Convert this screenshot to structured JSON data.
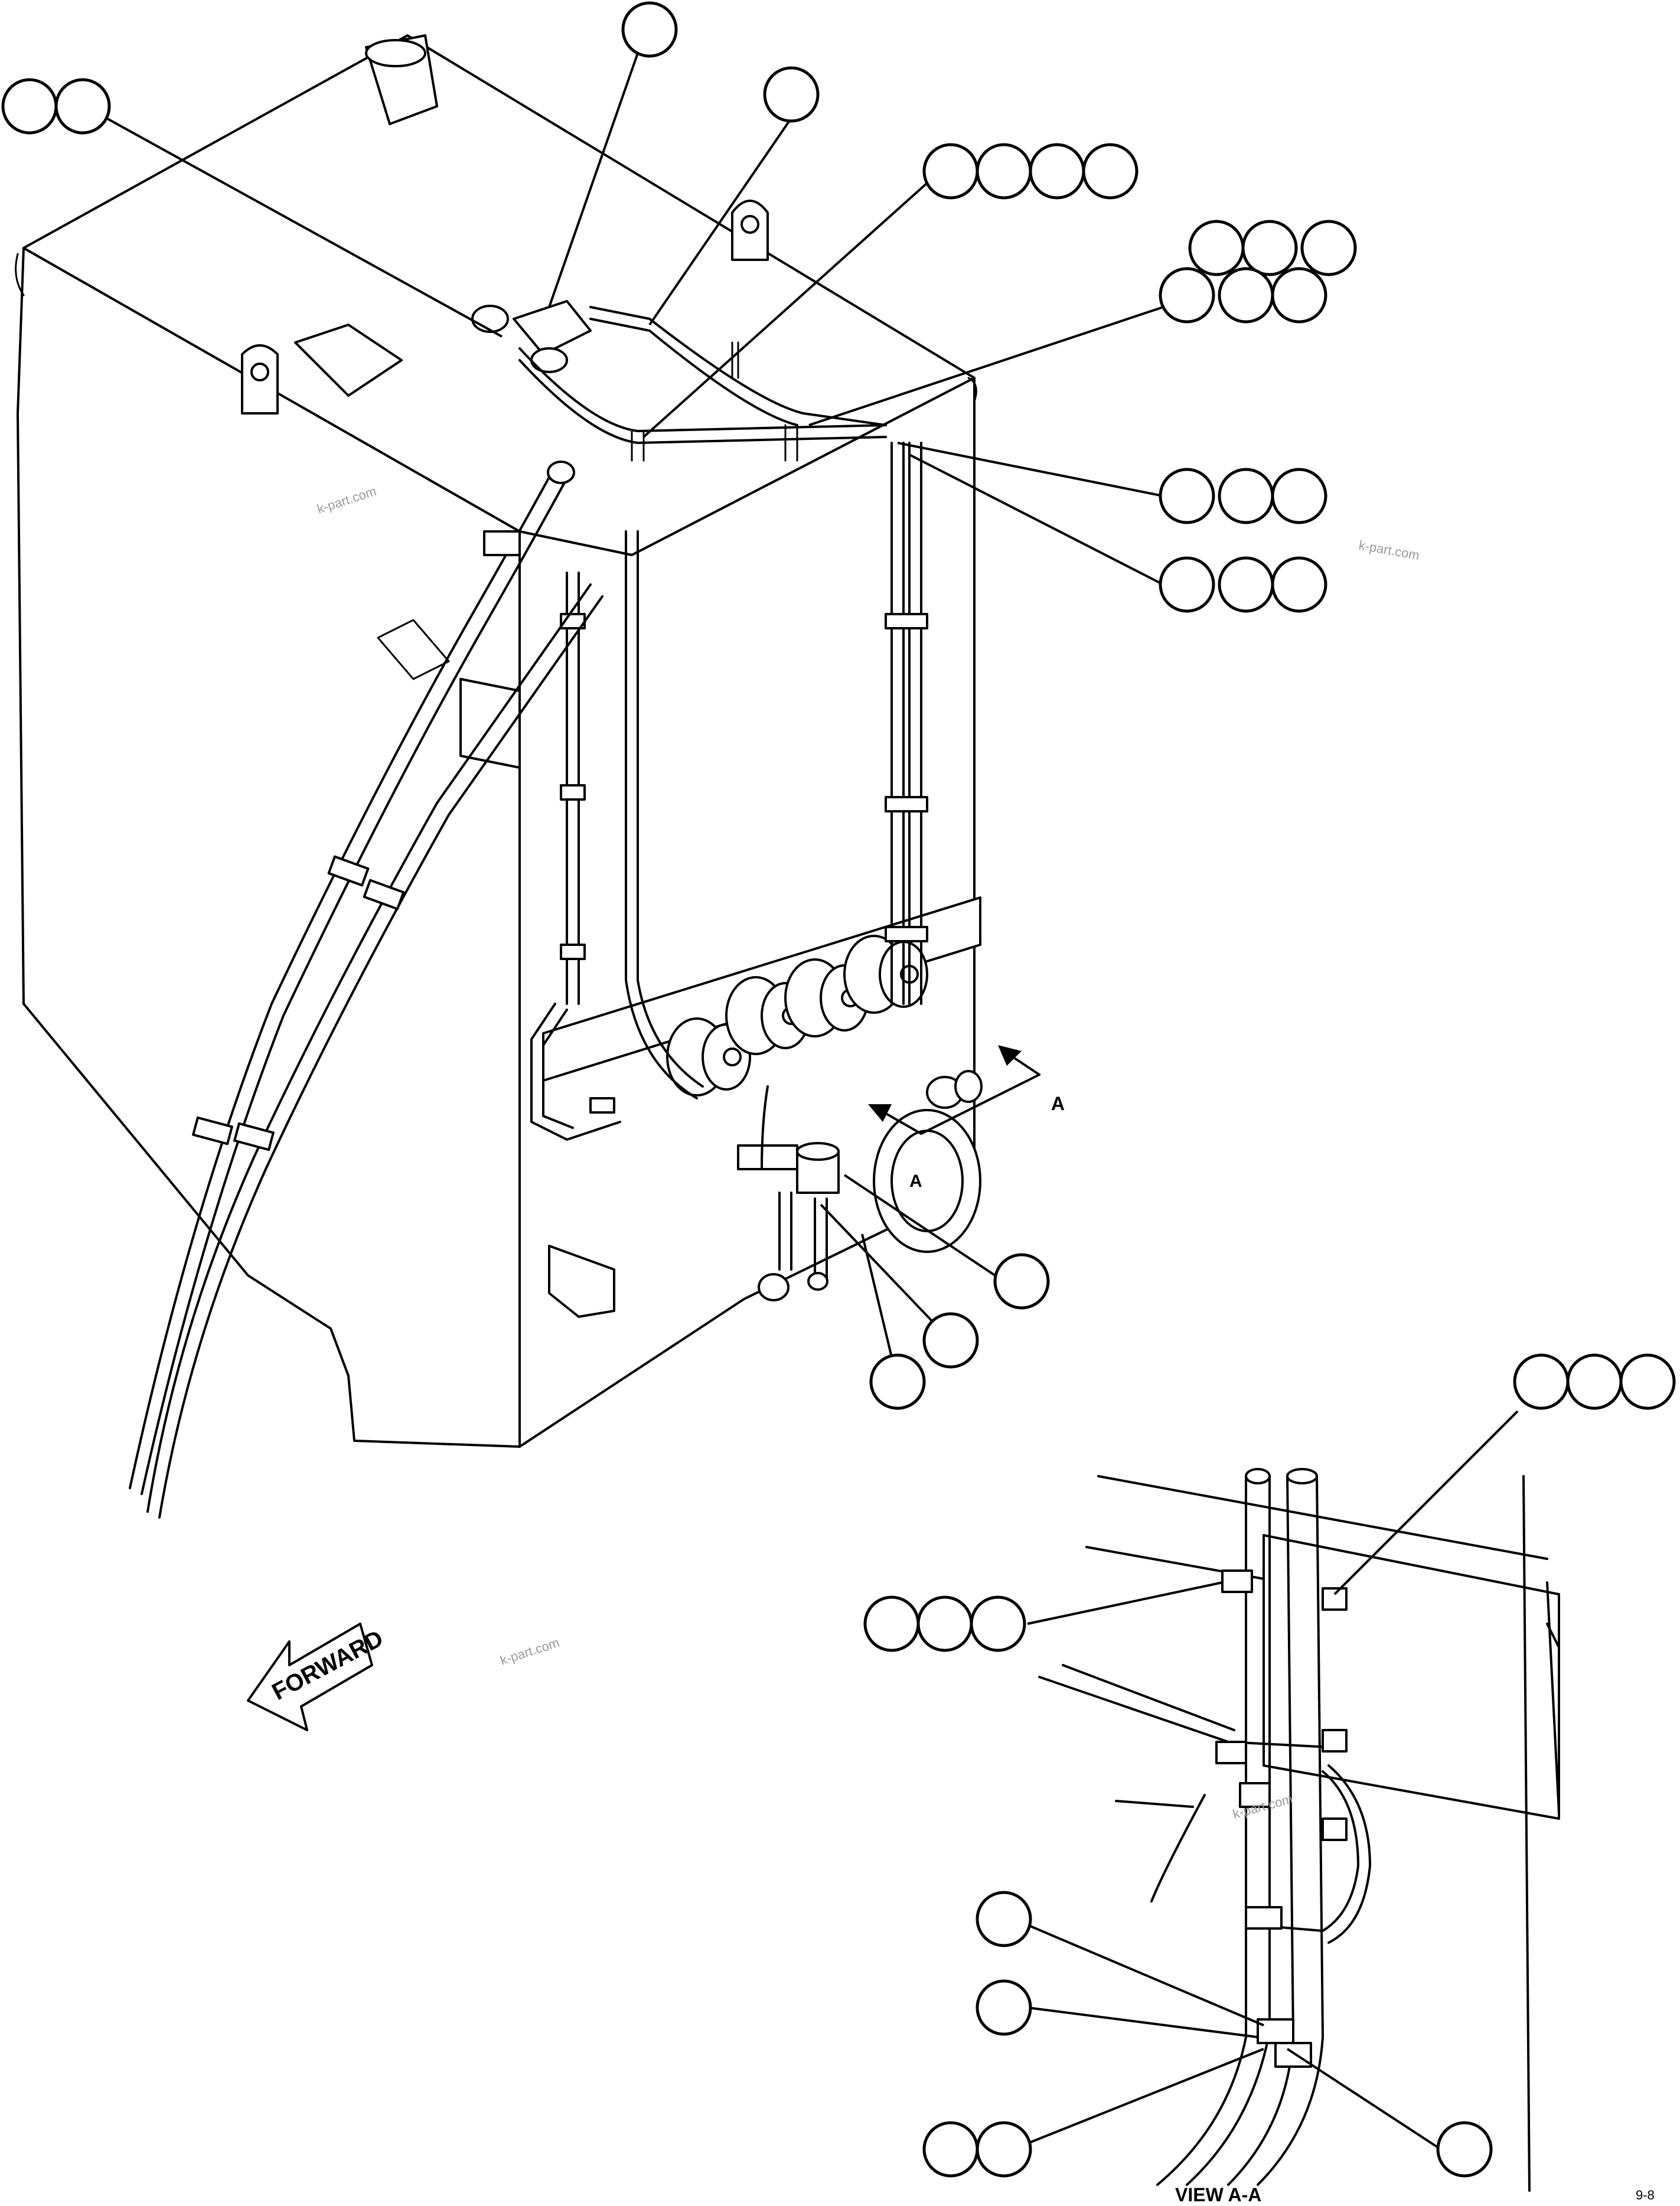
{
  "forward_label": "FORWARD",
  "view_marker": "A",
  "view_marker_circle": "A",
  "view_caption": "VIEW A-A",
  "drawing_code": "9-8",
  "watermarks": [
    "k-part.com",
    "k-part.com",
    "k-part.com",
    "k-part.com"
  ]
}
